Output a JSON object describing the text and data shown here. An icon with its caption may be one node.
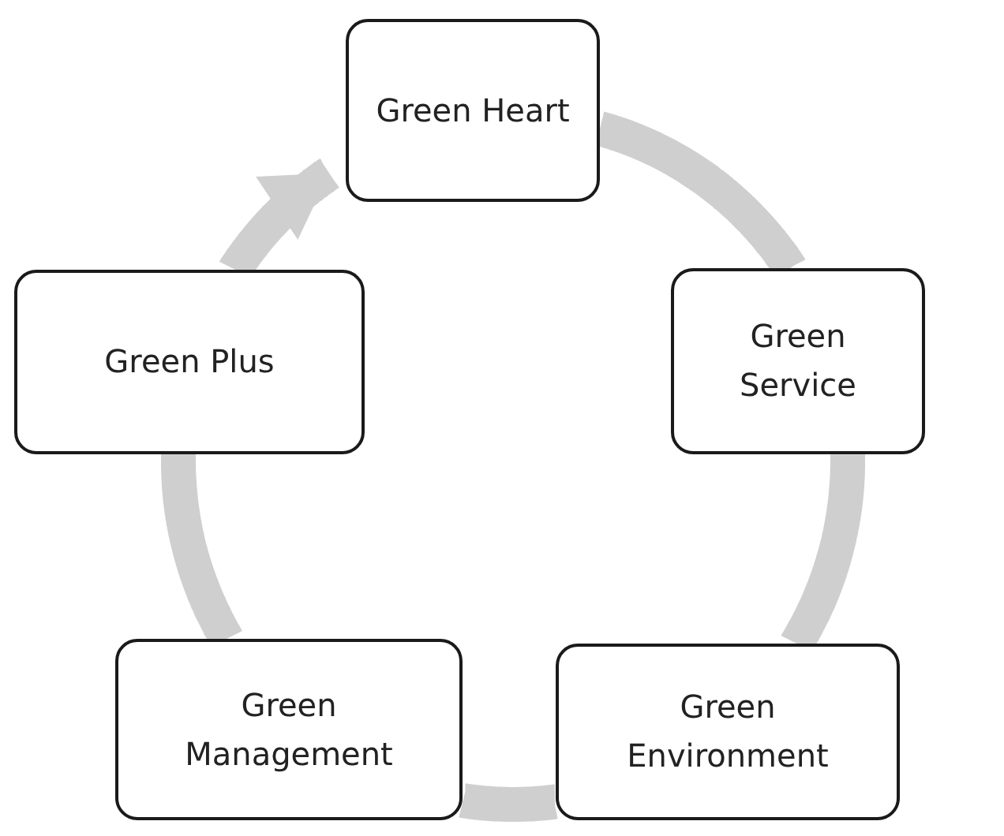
{
  "diagram": {
    "nodes": [
      {
        "text": [
          "Green Heart"
        ]
      },
      {
        "text": [
          "Green Service"
        ]
      },
      {
        "text": [
          "Green Environment"
        ]
      },
      {
        "text": [
          "Green Management"
        ]
      },
      {
        "text": [
          "Green Plus"
        ]
      }
    ],
    "edges": [
      {
        "from": 0,
        "to": 1,
        "arrow": "none"
      },
      {
        "from": 1,
        "to": 2,
        "arrow": "none"
      },
      {
        "from": 2,
        "to": 3,
        "arrow": "none"
      },
      {
        "from": 3,
        "to": 4,
        "arrow": "none"
      },
      {
        "from": 4,
        "to": 0,
        "arrow": "to"
      }
    ]
  }
}
